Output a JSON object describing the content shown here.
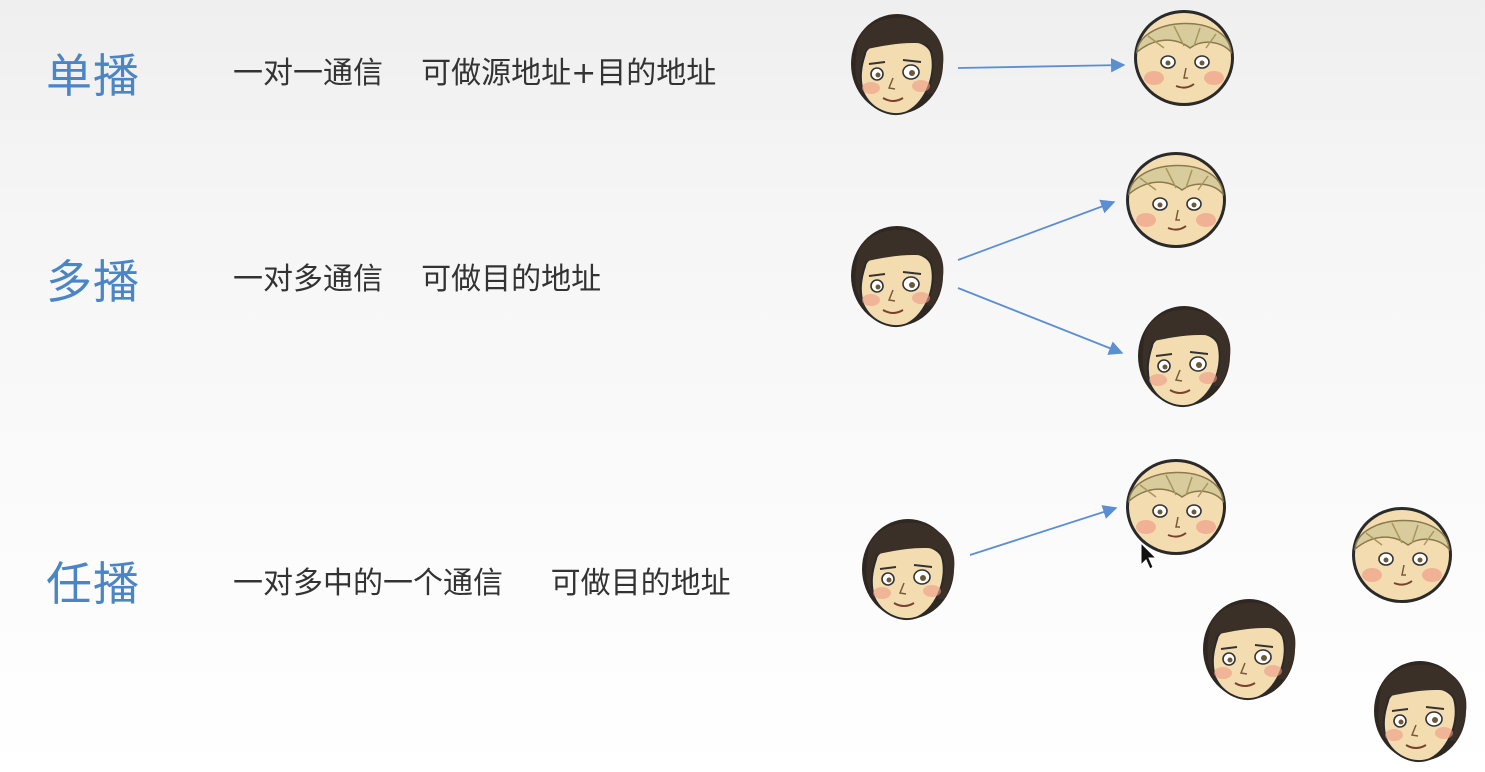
{
  "rows": [
    {
      "term": "单播",
      "description": "一对一通信    可做源地址+目的地址"
    },
    {
      "term": "多播",
      "description": "一对多通信    可做目的地址"
    },
    {
      "term": "任播",
      "description": "一对多中的一个通信     可做目的地址"
    }
  ],
  "colors": {
    "term_text": "#4a86c5",
    "arrow": "#5b8fd1",
    "dark_hair": "#3a3027",
    "light_hair": "#d9cc9c",
    "skin": "#f3ddb0",
    "blush": "#ef9a86"
  },
  "icons": [
    "dark-haired-face-icon",
    "light-haired-face-icon",
    "mouse-cursor-icon"
  ]
}
